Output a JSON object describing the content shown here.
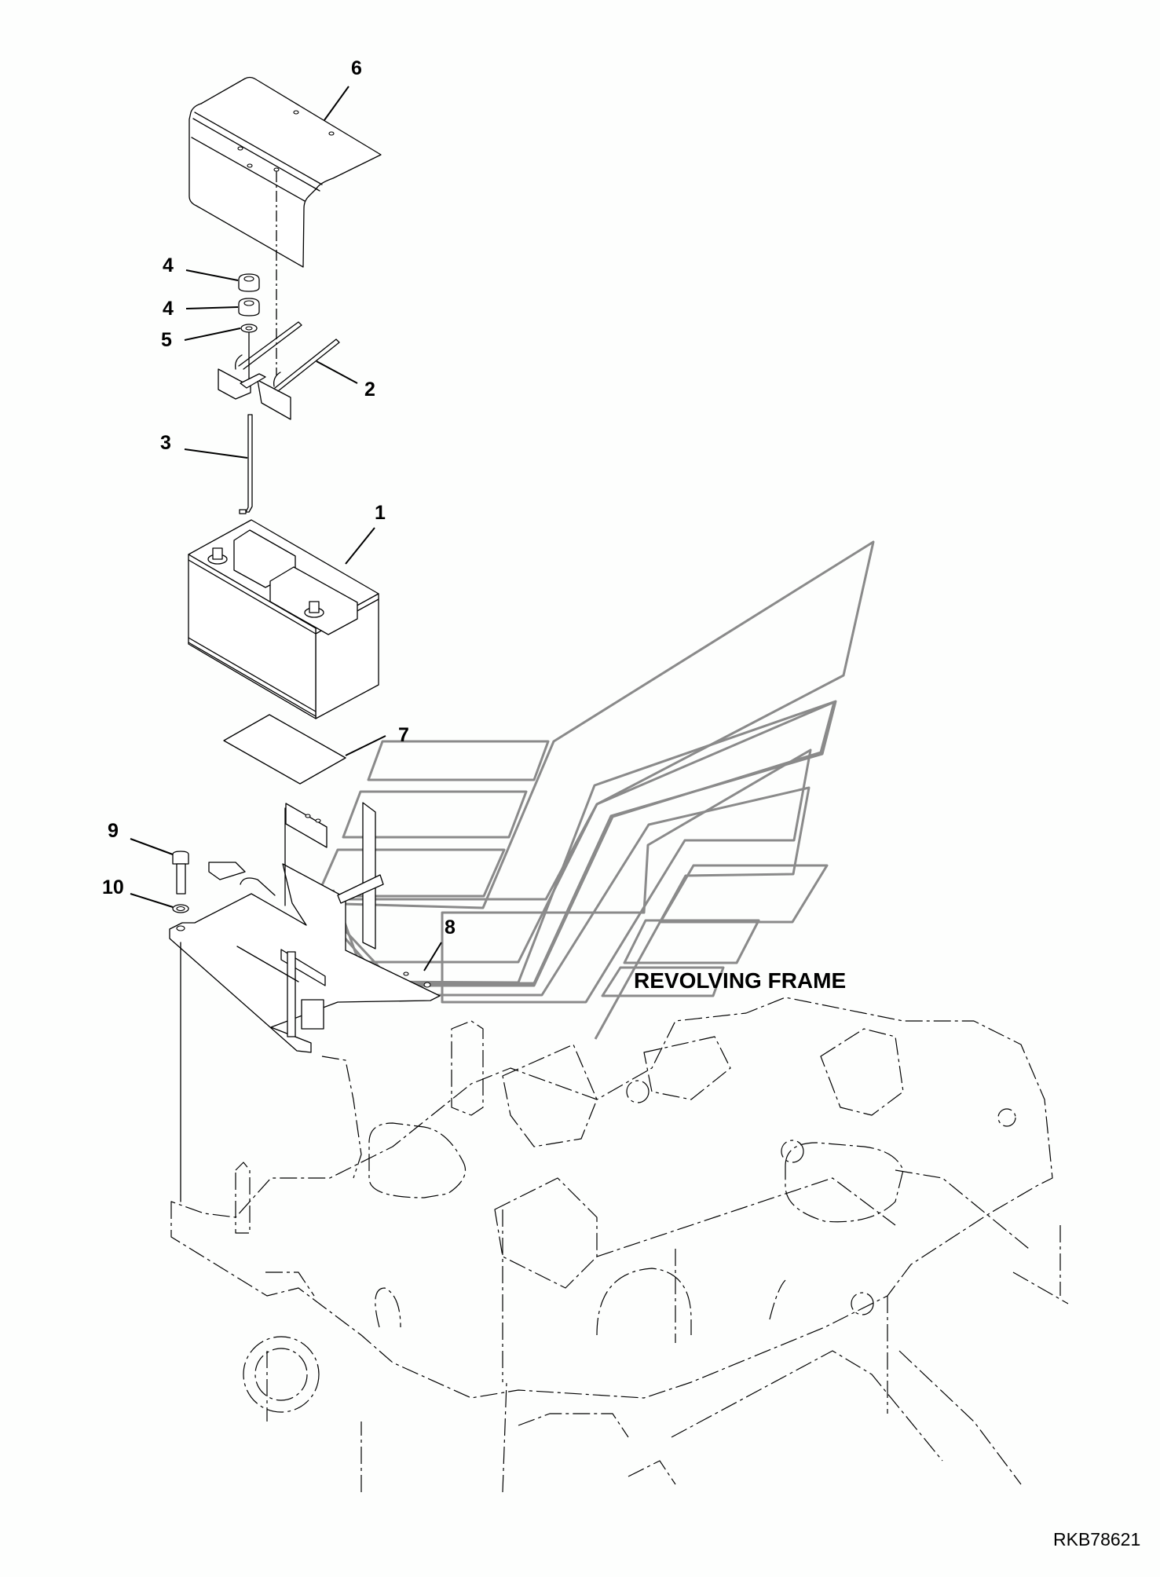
{
  "diagram": {
    "assembly_label": "REVOLVING FRAME",
    "drawing_code": "RKB78621",
    "callouts": [
      {
        "id": "1",
        "part": "battery"
      },
      {
        "id": "2",
        "part": "battery-hold-down-bracket"
      },
      {
        "id": "3",
        "part": "j-bolt-rod"
      },
      {
        "id": "4",
        "part": "nut"
      },
      {
        "id": "4",
        "part": "nut"
      },
      {
        "id": "5",
        "part": "washer"
      },
      {
        "id": "6",
        "part": "battery-cover"
      },
      {
        "id": "7",
        "part": "battery-mat"
      },
      {
        "id": "8",
        "part": "battery-mount-bracket"
      },
      {
        "id": "9",
        "part": "bolt"
      },
      {
        "id": "10",
        "part": "washer"
      }
    ],
    "watermark": "logo-chevron-watermark"
  }
}
